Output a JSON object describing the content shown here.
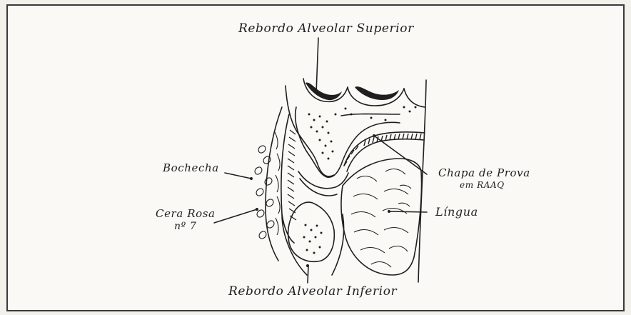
{
  "labels": {
    "top": "Rebordo Alveolar Superior",
    "bottom": "Rebordo Alveolar Inferior",
    "cheek": "Bochecha",
    "wax_line1": "Cera Rosa",
    "wax_line2": "nº 7",
    "plate_line1": "Chapa de Prova",
    "plate_line2": "em RAAQ",
    "tongue": "Língua"
  },
  "colors": {
    "ink": "#1f1f1f",
    "paper": "#faf9f6"
  }
}
